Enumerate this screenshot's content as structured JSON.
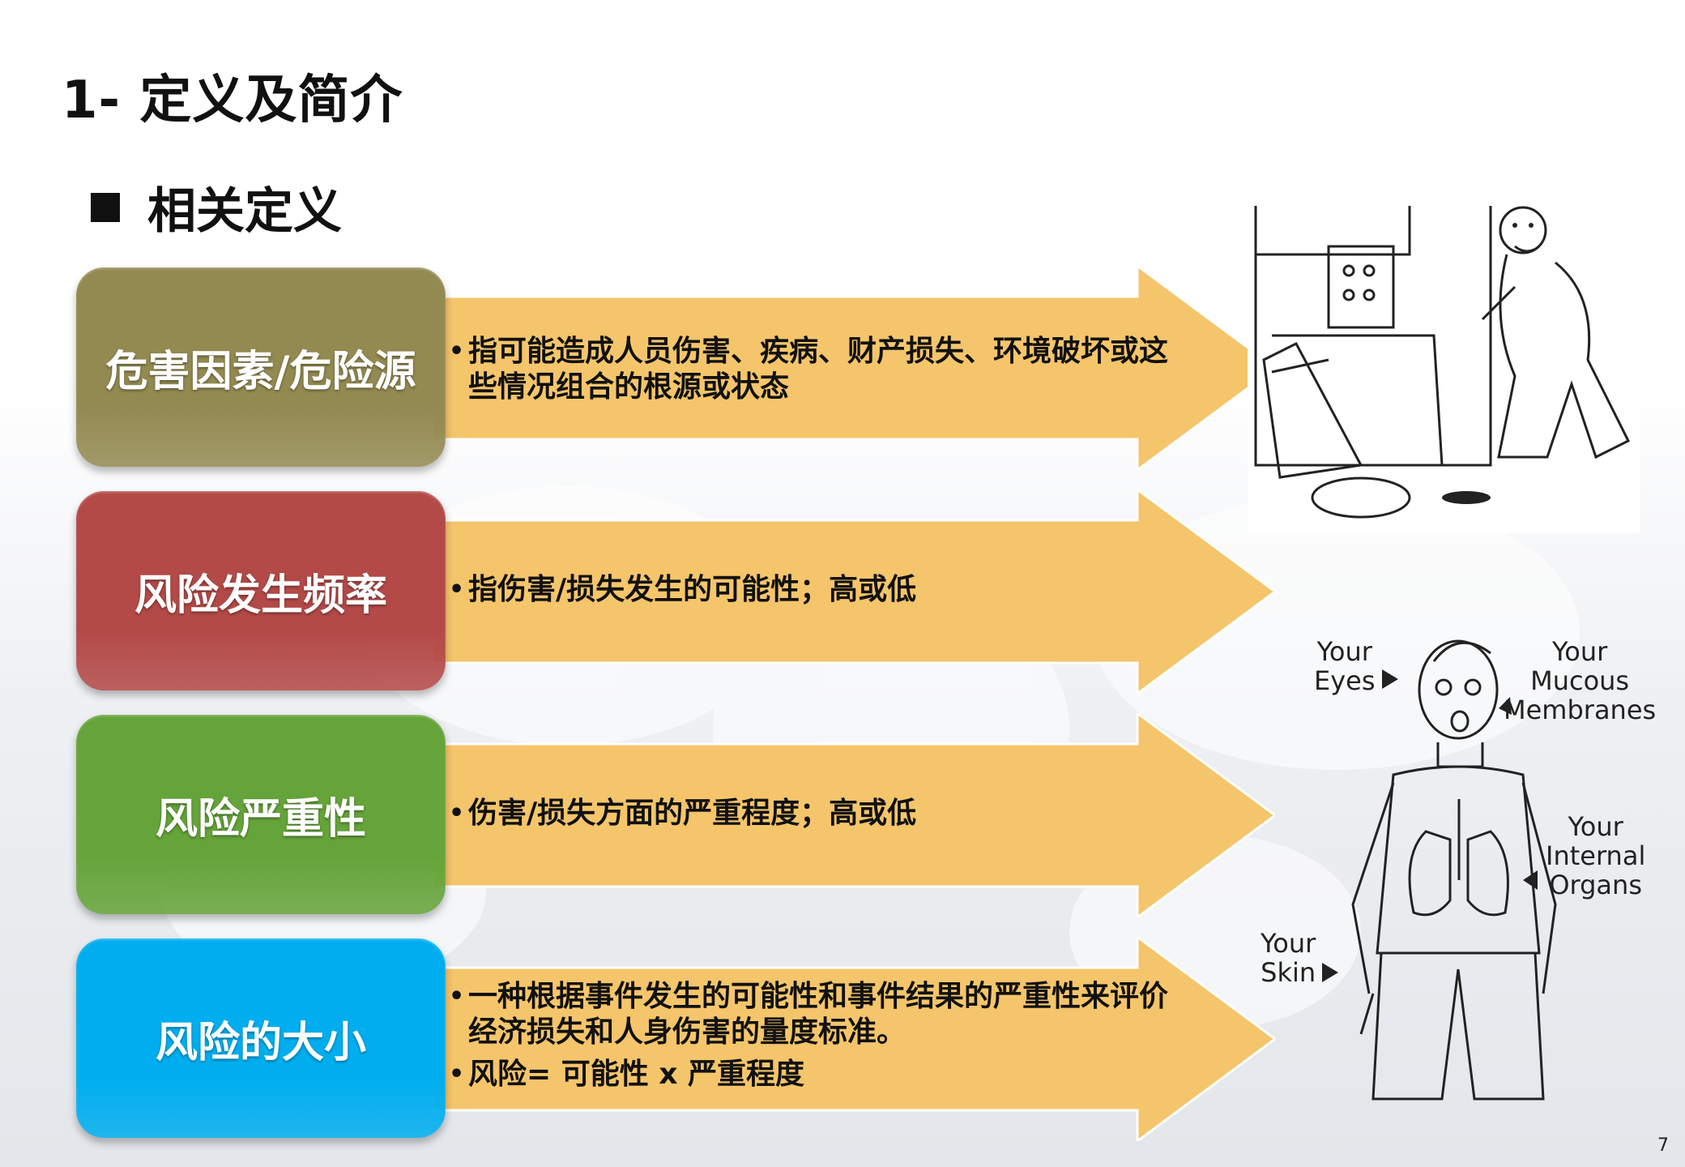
{
  "title": "1- 定义及简介",
  "subtitle": "相关定义",
  "rows": [
    {
      "label": "危害因素/危险源",
      "color": "#938a52",
      "points": [
        "指可能造成人员伤害、疾病、财产损失、环境破坏或这些情况组合的根源或状态"
      ]
    },
    {
      "label": "风险发生频率",
      "color": "#b34a48",
      "points": [
        "指伤害/损失发生的可能性；高或低"
      ]
    },
    {
      "label": "风险严重性",
      "color": "#65a43a",
      "points": [
        "伤害/损失方面的严重程度；高或低"
      ]
    },
    {
      "label": "风险的大小",
      "color": "#00aeef",
      "points": [
        "一种根据事件发生的可能性和事件结果的严重性来评价经济损失和人身伤害的量度标准。",
        "风险= 可能性 x 严重程度"
      ]
    }
  ],
  "arrow_color": "#f5c56b",
  "illustration_labels": {
    "eyes": [
      "Your",
      "Eyes"
    ],
    "mucous": [
      "Your",
      "Mucous",
      "Membranes"
    ],
    "organs": [
      "Your",
      "Internal",
      "Organs"
    ],
    "skin": [
      "Your",
      "Skin"
    ]
  },
  "page_number": "7"
}
